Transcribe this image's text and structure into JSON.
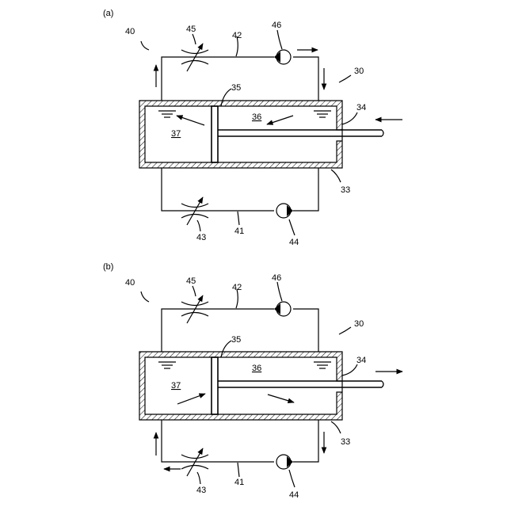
{
  "panels": [
    {
      "tag": "(a)",
      "labels": {
        "circuit": "40",
        "valve_upper": "45",
        "line_upper": "42",
        "check_upper": "46",
        "cylinder": "30",
        "piston": "35",
        "chamber_rod": "36",
        "chamber_head": "37",
        "rod": "34",
        "housing": "33",
        "valve_lower": "43",
        "line_lower": "41",
        "check_lower": "44"
      }
    },
    {
      "tag": "(b)",
      "labels": {
        "circuit": "40",
        "valve_upper": "45",
        "line_upper": "42",
        "check_upper": "46",
        "cylinder": "30",
        "piston": "35",
        "chamber_rod": "36",
        "chamber_head": "37",
        "rod": "34",
        "housing": "33",
        "valve_lower": "43",
        "line_lower": "41",
        "check_lower": "44"
      }
    }
  ]
}
